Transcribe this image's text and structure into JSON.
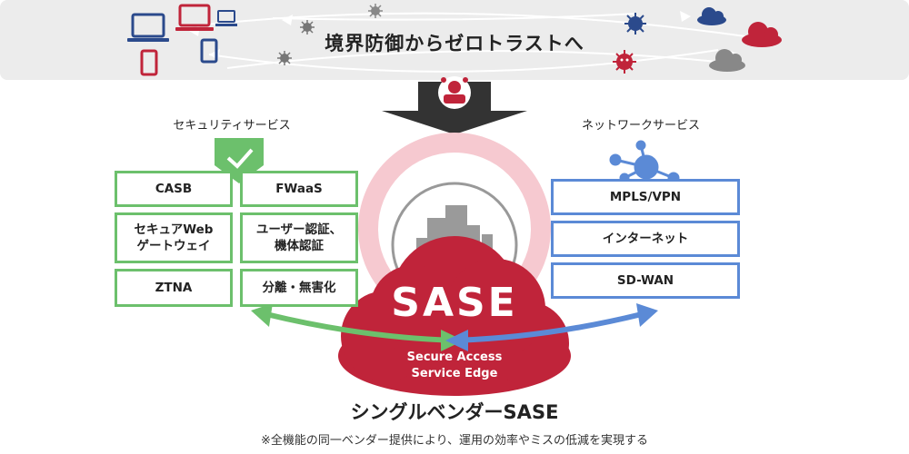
{
  "banner": {
    "title": "境界防御からゼロトラストへ"
  },
  "security": {
    "label": "セキュリティサービス",
    "items": [
      "CASB",
      "FWaaS",
      "セキュアWeb\nゲートウェイ",
      "ユーザー認証、\n機体認証",
      "ZTNA",
      "分離・無害化"
    ]
  },
  "network": {
    "label": "ネットワークサービス",
    "items": [
      "MPLS/VPN",
      "インターネット",
      "SD-WAN"
    ]
  },
  "sase": {
    "name": "SASE",
    "subtitle_line1": "Secure Access",
    "subtitle_line2": "Service Edge"
  },
  "footer": {
    "title": "シングルベンダーSASE",
    "note": "※全機能の同一ベンダー提供により、運用の効率やミスの低減を実現する"
  },
  "colors": {
    "red": "#c0243a",
    "green": "#6cc06c",
    "blue": "#5b8ad6",
    "pink_ring": "#f6c9d0",
    "band_gray": "#ececec",
    "arrow_dark": "#333333",
    "device_blue": "#2b4a8c"
  }
}
